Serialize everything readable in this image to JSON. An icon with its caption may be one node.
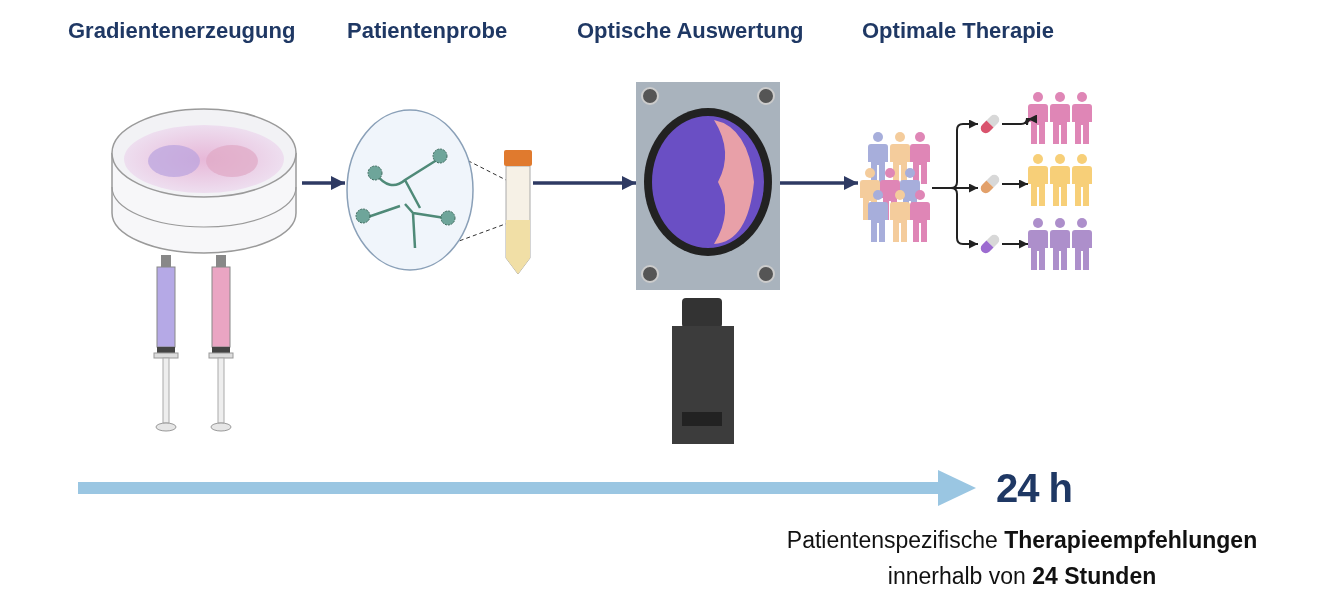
{
  "diagram": {
    "nodes": [
      {
        "text": [],
        "shape": "picture"
      },
      {
        "text": [],
        "shape": "picture"
      },
      {
        "text": [],
        "shape": "picture"
      },
      {
        "text": [],
        "shape": "picture"
      },
      {
        "text": [],
        "shape": "person",
        "in": 3
      },
      {
        "text": [],
        "shape": "picture",
        "in": 3
      },
      {
        "text": [],
        "shape": "picture",
        "in": 3
      },
      {
        "text": [],
        "shape": "picture",
        "in": 3
      },
      {
        "text": [],
        "shape": "person",
        "in": 3
      },
      {
        "text": [],
        "shape": "person",
        "in": 3
      },
      {
        "text": [],
        "shape": "person",
        "in": 3
      }
    ],
    "edges": [
      {
        "from": 0,
        "to": 1,
        "arrow": "to"
      },
      {
        "from": 1,
        "to": 2,
        "arrow": "to"
      },
      {
        "from": 2,
        "to": 3,
        "arrow": "to"
      },
      {
        "from": 4,
        "to": 5,
        "arrow": "to"
      },
      {
        "from": 4,
        "to": 6,
        "arrow": "to"
      },
      {
        "from": 4,
        "to": 7,
        "arrow": "to"
      },
      {
        "from": 5,
        "to": 8,
        "arrow": "to"
      },
      {
        "from": 6,
        "to": 9,
        "arrow": "to"
      },
      {
        "from": 7,
        "to": 10,
        "arrow": "to"
      }
    ],
    "labels": [
      "Gradientenerzeugung",
      "Patientenprobe",
      "Optische Auswertung",
      "Optimale Therapie",
      "24 h",
      "Patientenspezifische **Therapieempfehlungen** innerhalb von **24 Stunden**"
    ]
  }
}
